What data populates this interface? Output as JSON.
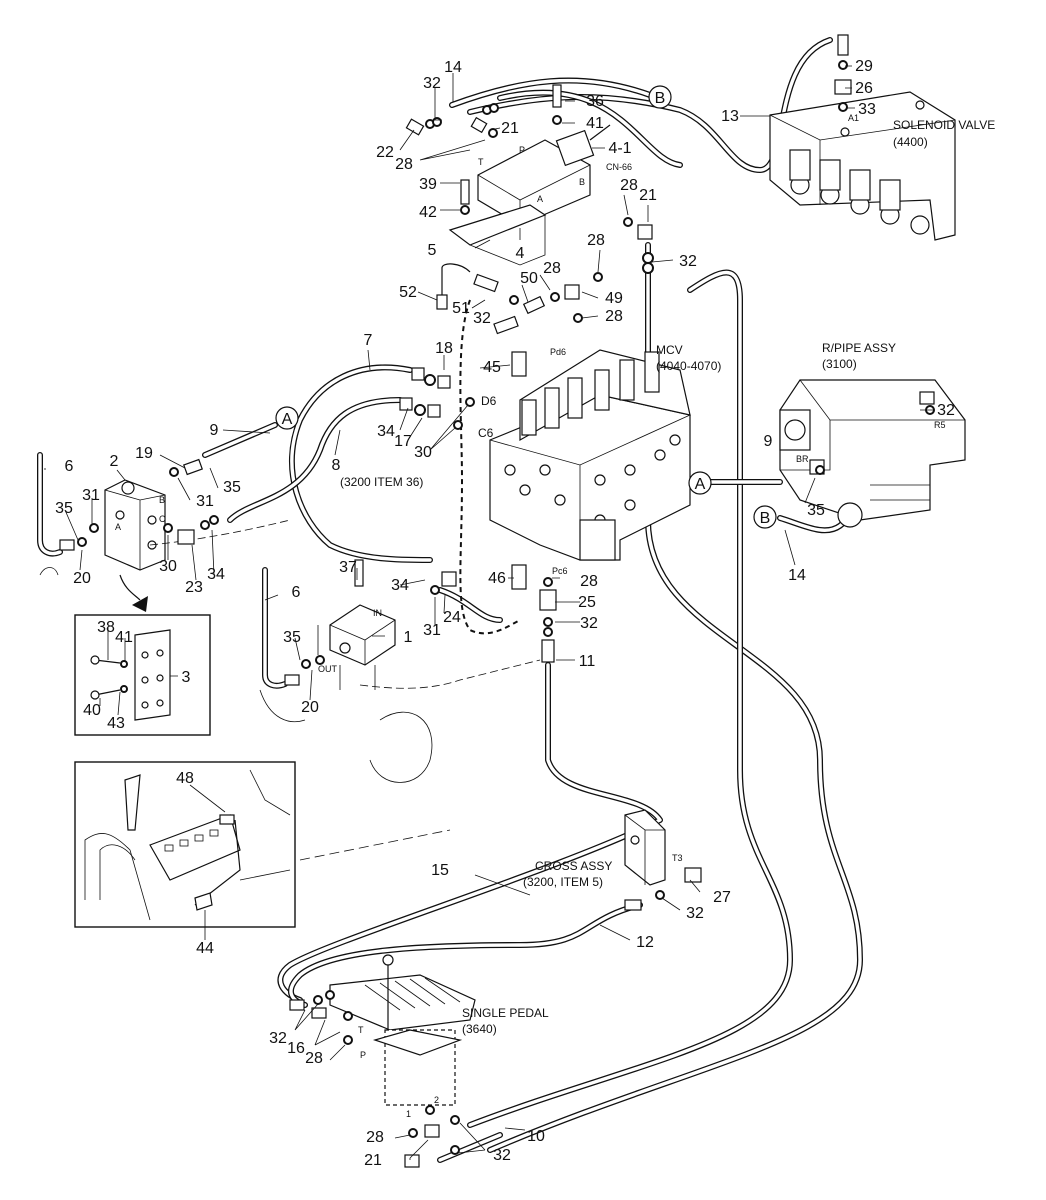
{
  "diagram": {
    "callouts": [
      {
        "id": "c-14a",
        "text": "14"
      },
      {
        "id": "c-32a",
        "text": "32"
      },
      {
        "id": "c-22",
        "text": "22"
      },
      {
        "id": "c-28a",
        "text": "28"
      },
      {
        "id": "c-21a",
        "text": "21"
      },
      {
        "id": "c-36",
        "text": "36"
      },
      {
        "id": "c-41a",
        "text": "41"
      },
      {
        "id": "c-4-1",
        "text": "4-1"
      },
      {
        "id": "c-39",
        "text": "39"
      },
      {
        "id": "c-42",
        "text": "42"
      },
      {
        "id": "c-5",
        "text": "5"
      },
      {
        "id": "c-4",
        "text": "4"
      },
      {
        "id": "c-28b",
        "text": "28"
      },
      {
        "id": "c-21b",
        "text": "21"
      },
      {
        "id": "c-28c",
        "text": "28"
      },
      {
        "id": "c-32b",
        "text": "32"
      },
      {
        "id": "c-13",
        "text": "13"
      },
      {
        "id": "c-29",
        "text": "29"
      },
      {
        "id": "c-26",
        "text": "26"
      },
      {
        "id": "c-33",
        "text": "33"
      },
      {
        "id": "c-52",
        "text": "52"
      },
      {
        "id": "c-51",
        "text": "51"
      },
      {
        "id": "c-50",
        "text": "50"
      },
      {
        "id": "c-28d",
        "text": "28"
      },
      {
        "id": "c-49",
        "text": "49"
      },
      {
        "id": "c-32c",
        "text": "32"
      },
      {
        "id": "c-28e",
        "text": "28"
      },
      {
        "id": "c-7",
        "text": "7"
      },
      {
        "id": "c-18",
        "text": "18"
      },
      {
        "id": "c-45",
        "text": "45"
      },
      {
        "id": "c-9a",
        "text": "9"
      },
      {
        "id": "c-34a",
        "text": "34"
      },
      {
        "id": "c-17",
        "text": "17"
      },
      {
        "id": "c-30a",
        "text": "30"
      },
      {
        "id": "c-8",
        "text": "8"
      },
      {
        "id": "c-6a",
        "text": "6"
      },
      {
        "id": "c-2",
        "text": "2"
      },
      {
        "id": "c-19",
        "text": "19"
      },
      {
        "id": "c-31a",
        "text": "31"
      },
      {
        "id": "c-35a",
        "text": "35"
      },
      {
        "id": "c-35b",
        "text": "35"
      },
      {
        "id": "c-31b",
        "text": "31"
      },
      {
        "id": "c-20a",
        "text": "20"
      },
      {
        "id": "c-30b",
        "text": "30"
      },
      {
        "id": "c-23",
        "text": "23"
      },
      {
        "id": "c-34b",
        "text": "34"
      },
      {
        "id": "c-37",
        "text": "37"
      },
      {
        "id": "c-34c",
        "text": "34"
      },
      {
        "id": "c-6b",
        "text": "6"
      },
      {
        "id": "c-31c",
        "text": "31"
      },
      {
        "id": "c-24",
        "text": "24"
      },
      {
        "id": "c-35c",
        "text": "35"
      },
      {
        "id": "c-1",
        "text": "1"
      },
      {
        "id": "c-20b",
        "text": "20"
      },
      {
        "id": "c-46",
        "text": "46"
      },
      {
        "id": "c-28f",
        "text": "28"
      },
      {
        "id": "c-25",
        "text": "25"
      },
      {
        "id": "c-32d",
        "text": "32"
      },
      {
        "id": "c-11",
        "text": "11"
      },
      {
        "id": "c-38",
        "text": "38"
      },
      {
        "id": "c-41b",
        "text": "41"
      },
      {
        "id": "c-3",
        "text": "3"
      },
      {
        "id": "c-40",
        "text": "40"
      },
      {
        "id": "c-43",
        "text": "43"
      },
      {
        "id": "c-48",
        "text": "48"
      },
      {
        "id": "c-44",
        "text": "44"
      },
      {
        "id": "c-32e",
        "text": "32"
      },
      {
        "id": "c-9b",
        "text": "9"
      },
      {
        "id": "c-35d",
        "text": "35"
      },
      {
        "id": "c-14b",
        "text": "14"
      },
      {
        "id": "c-15",
        "text": "15"
      },
      {
        "id": "c-27",
        "text": "27"
      },
      {
        "id": "c-32f",
        "text": "32"
      },
      {
        "id": "c-12",
        "text": "12"
      },
      {
        "id": "c-32g",
        "text": "32"
      },
      {
        "id": "c-16",
        "text": "16"
      },
      {
        "id": "c-28g",
        "text": "28"
      },
      {
        "id": "c-28h",
        "text": "28"
      },
      {
        "id": "c-21c",
        "text": "21"
      },
      {
        "id": "c-32h",
        "text": "32"
      },
      {
        "id": "c-10",
        "text": "10"
      }
    ],
    "connector_marks": [
      {
        "id": "m-B1",
        "text": "B"
      },
      {
        "id": "m-A1",
        "text": "A"
      },
      {
        "id": "m-A2",
        "text": "A"
      },
      {
        "id": "m-B2",
        "text": "B"
      }
    ],
    "labels": {
      "solenoid_valve": "SOLENOID VALVE",
      "solenoid_valve_code": "(4400)",
      "mcv": "MCV",
      "mcv_code": "(4040-4070)",
      "r_pipe_assy": "R/PIPE ASSY",
      "r_pipe_code": "(3100)",
      "item_3200_36": "(3200 ITEM 36)",
      "cross_assy": "CROSS ASSY",
      "cross_assy_code": "(3200, ITEM 5)",
      "single_pedal": "SINGLE PEDAL",
      "single_pedal_code": "(3640)"
    },
    "port_marks": {
      "p": "P",
      "t": "T",
      "a": "A",
      "b": "B",
      "cn66": "CN-66",
      "a1": "A1",
      "pd6": "Pd6",
      "d6": "D6",
      "c6": "C6",
      "pc6": "Pc6",
      "br": "BR",
      "r5": "R5",
      "in": "IN",
      "out": "OUT",
      "blk_a": "A",
      "blk_b": "B",
      "blk_c": "C",
      "ped_t": "T",
      "ped_p": "P",
      "ped_1": "1",
      "ped_2": "2",
      "t3": "T3"
    }
  }
}
